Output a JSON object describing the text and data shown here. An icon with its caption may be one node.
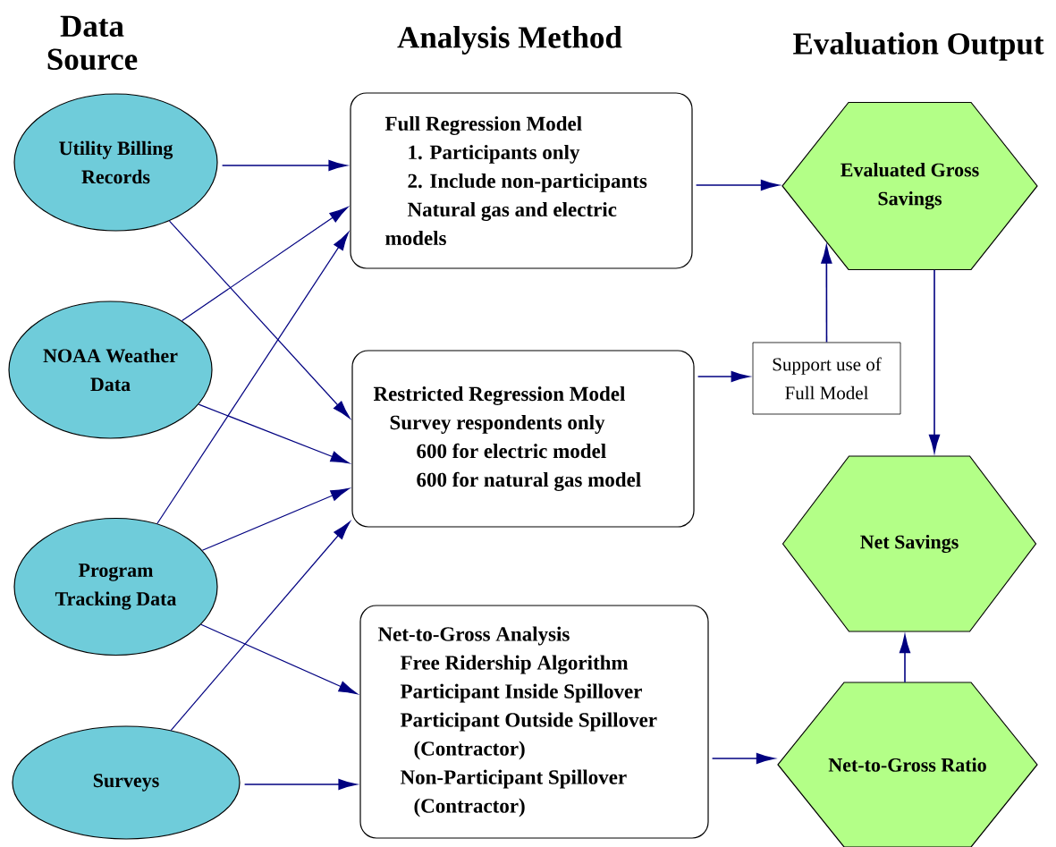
{
  "diagram": {
    "nodes": [
      {
        "text": [
          "Utility Billing Records"
        ]
      },
      {
        "text": [
          "NOAA Weather Data"
        ]
      },
      {
        "text": [
          "Program Tracking Data"
        ]
      },
      {
        "text": [
          "Surveys"
        ]
      },
      {
        "text": [
          "Full Regression Model",
          "1.  Participants only",
          "2.  Include non-participants",
          "Natural gas and electric models"
        ]
      },
      {
        "text": [
          "Restricted Regression Model",
          "Survey respondents only",
          "600 for electric model",
          "600 for natural gas model"
        ]
      },
      {
        "text": [
          "Net-to-Gross Analysis",
          "Free Ridership Algorithm",
          "Participant Inside Spillover",
          "Participant Outside Spillover (Contractor)",
          "Non-Participant Spillover (Contractor)"
        ]
      },
      {
        "text": [
          "Evaluated Gross Savings"
        ]
      },
      {
        "text": [
          "Support use of Full Model"
        ]
      },
      {
        "text": [
          "Net Savings"
        ]
      },
      {
        "text": [
          "Net-to-Gross Ratio"
        ]
      }
    ],
    "edges": [
      {
        "from": 0,
        "to": 4,
        "arrow": "to"
      },
      {
        "from": 0,
        "to": 5,
        "arrow": "to"
      },
      {
        "from": 1,
        "to": 4,
        "arrow": "to"
      },
      {
        "from": 1,
        "to": 5,
        "arrow": "to"
      },
      {
        "from": 2,
        "to": 4,
        "arrow": "to"
      },
      {
        "from": 2,
        "to": 5,
        "arrow": "to"
      },
      {
        "from": 2,
        "to": 6,
        "arrow": "to"
      },
      {
        "from": 3,
        "to": 5,
        "arrow": "to"
      },
      {
        "from": 3,
        "to": 6,
        "arrow": "to"
      },
      {
        "from": 4,
        "to": 7,
        "arrow": "to"
      },
      {
        "from": 5,
        "to": 8,
        "arrow": "to"
      },
      {
        "from": 8,
        "to": 7,
        "arrow": "to"
      },
      {
        "from": 7,
        "to": 9,
        "arrow": "to"
      },
      {
        "from": 10,
        "to": 9,
        "arrow": "to"
      },
      {
        "from": 6,
        "to": 10,
        "arrow": "to"
      }
    ],
    "labels": [
      "Data Source",
      "Analysis Method",
      "Evaluation Output"
    ]
  }
}
